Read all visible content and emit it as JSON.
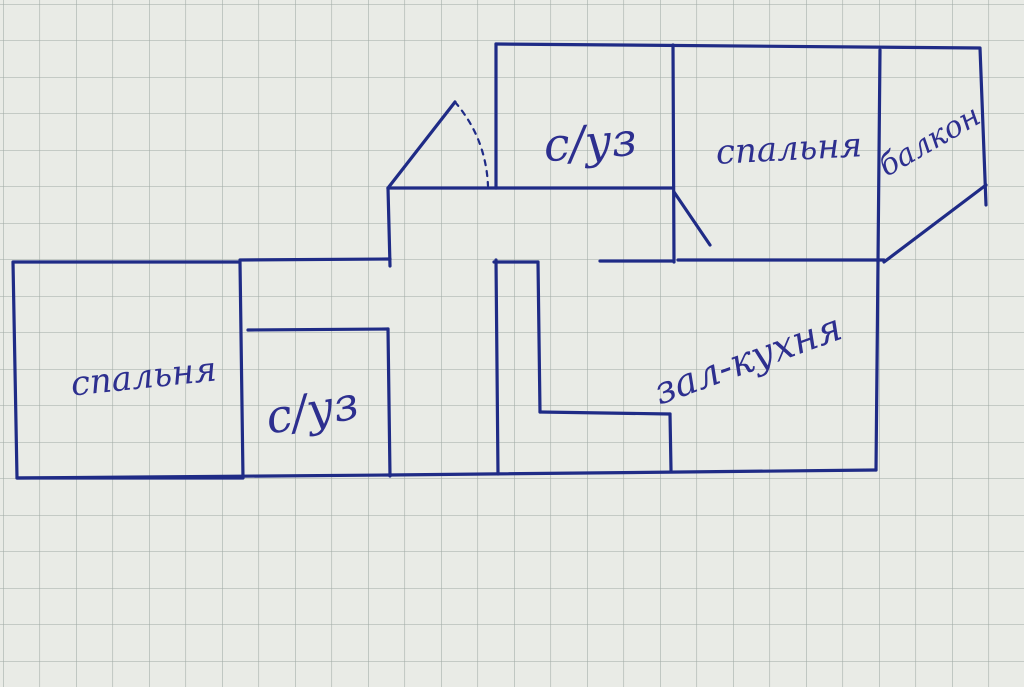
{
  "colors": {
    "paper": "#e9ebe6",
    "grid": "#9fa9a4",
    "ink": "#1f2b86",
    "label_ink": "#2d2f8f"
  },
  "rooms": {
    "bedroom_left": "спальня",
    "bathroom_left": "с/уз",
    "bathroom_top": "с/уз",
    "bedroom_right": "спальня",
    "balcony": "балкон",
    "living_kitchen": "зал-кухня"
  }
}
